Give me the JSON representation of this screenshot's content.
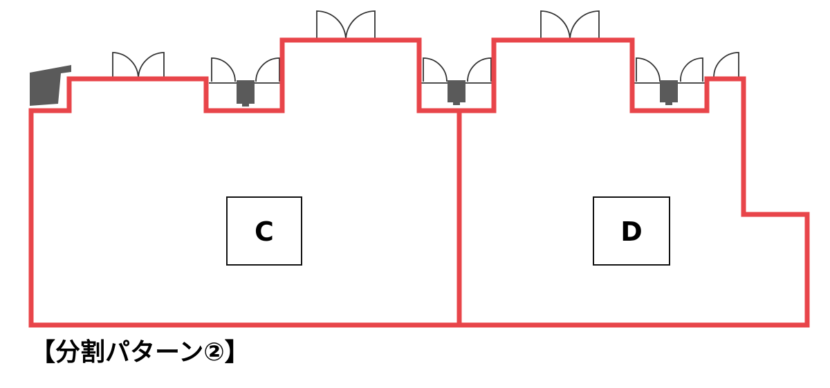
{
  "rooms": [
    {
      "id": "C",
      "label": "C"
    },
    {
      "id": "D",
      "label": "D"
    }
  ],
  "caption": "【分割パターン②】",
  "colors": {
    "wall": "#e8454a",
    "fixture": "#5a5a5a",
    "line": "#333333"
  }
}
